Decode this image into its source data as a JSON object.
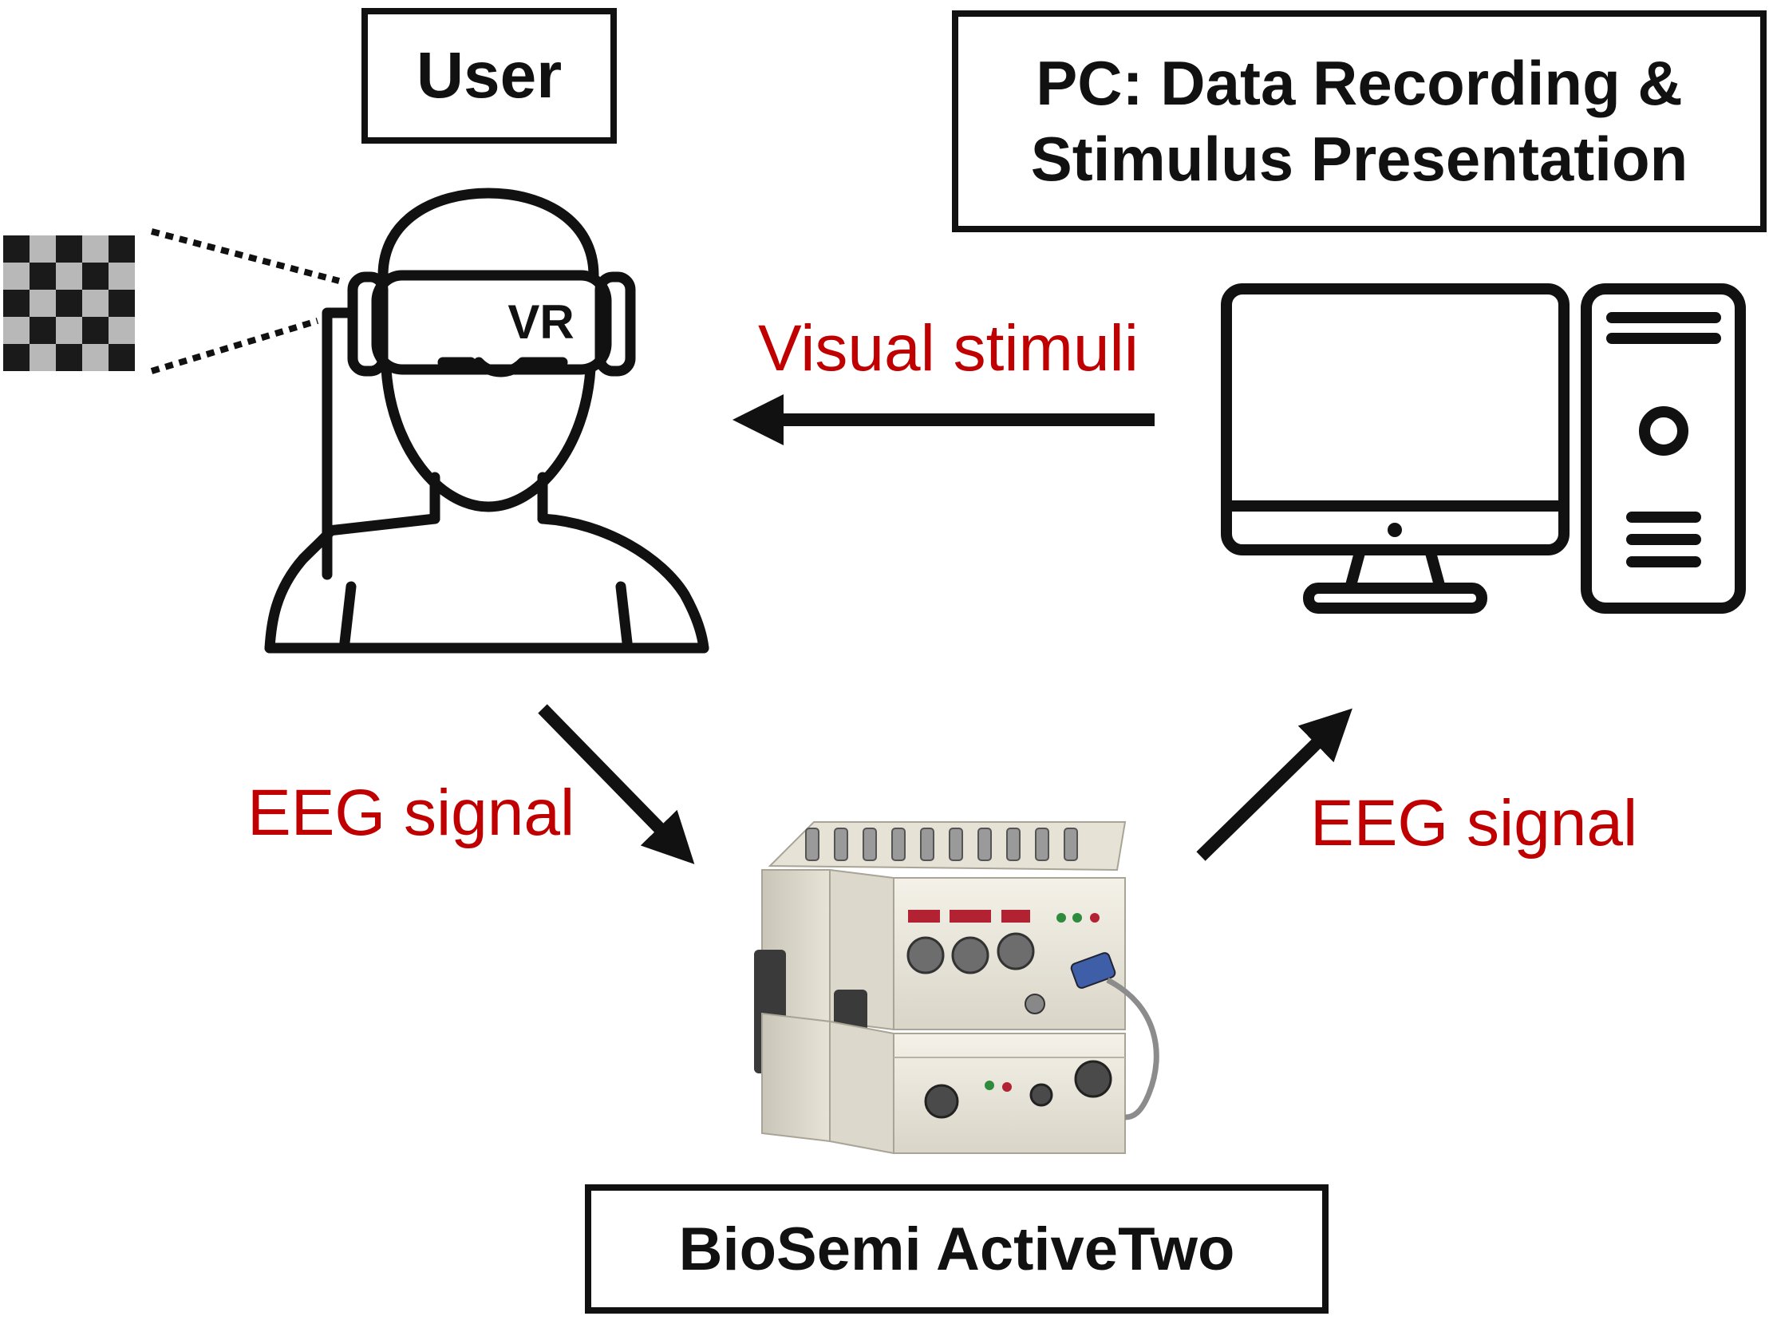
{
  "boxes": {
    "user": "User",
    "pc_line1": "PC: Data Recording &",
    "pc_line2": "Stimulus Presentation",
    "device": "BioSemi ActiveTwo"
  },
  "labels": {
    "visual_stimuli": "Visual stimuli",
    "eeg_signal_left": "EEG signal",
    "eeg_signal_right": "EEG signal"
  },
  "headset_text": "VR",
  "colors": {
    "stroke": "#111111",
    "label": "#c00000",
    "checker_dark": "#1a1a1a",
    "checker_light": "#b8b8b8"
  },
  "icons": [
    "checkerboard-stimulus-icon",
    "user-vr-headset-icon",
    "monitor-icon",
    "pc-tower-icon",
    "biosemi-amplifier-image"
  ]
}
